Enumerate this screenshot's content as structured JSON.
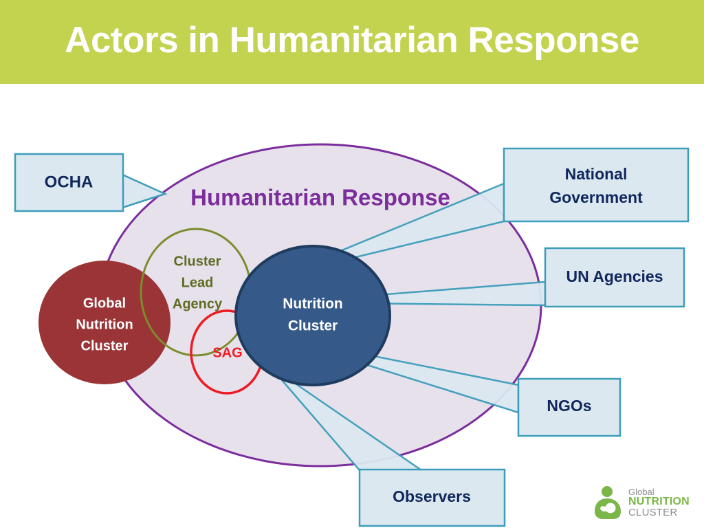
{
  "slide": {
    "title": "Actors in Humanitarian Response",
    "banner_color": "#c3d24f",
    "background_color": "#ffffff"
  },
  "diagram": {
    "outer_ellipse": {
      "label": "Humanitarian Response",
      "fill": "#e7e1ec",
      "stroke": "#7b2d9c",
      "label_color": "#7b2d9c"
    },
    "global_nutrition_cluster": {
      "label_lines": [
        "Global",
        "Nutrition",
        "Cluster"
      ],
      "fill": "#9b3436",
      "label_color": "#ffffff"
    },
    "cluster_lead_agency": {
      "label_lines": [
        "Cluster",
        "Lead",
        "Agency"
      ],
      "fill": "none",
      "stroke": "#7d8c2c",
      "label_color": "#5e6b21"
    },
    "sag": {
      "label": "SAG",
      "fill": "none",
      "stroke": "#ee1b24",
      "label_color": "#ee1b24"
    },
    "nutrition_cluster": {
      "label_lines": [
        "Nutrition",
        "Cluster"
      ],
      "fill": "#355a8a",
      "stroke": "#1f3c5e",
      "label_color": "#ffffff"
    },
    "callouts": [
      {
        "id": "ocha",
        "label": "OCHA",
        "lines": [
          "OCHA"
        ]
      },
      {
        "id": "national-government",
        "label": "National Government",
        "lines": [
          "National",
          "Government"
        ]
      },
      {
        "id": "un-agencies",
        "label": "UN Agencies",
        "lines": [
          "UN Agencies"
        ]
      },
      {
        "id": "ngos",
        "label": "NGOs",
        "lines": [
          "NGOs"
        ]
      },
      {
        "id": "observers",
        "label": "Observers",
        "lines": [
          "Observers"
        ]
      }
    ],
    "callout_style": {
      "fill": "#dce8f0",
      "stroke": "#3c9dba",
      "text_color": "#10275c"
    }
  },
  "logo": {
    "line1": "Global",
    "line2": "NUTRITION",
    "line3": "CLUSTER",
    "mark_color": "#7ab648",
    "text_gray": "#8d8d8d"
  }
}
